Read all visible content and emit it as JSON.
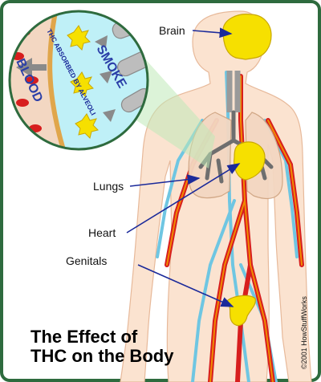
{
  "labels": {
    "brain": "Brain",
    "lungs": "Lungs",
    "heart": "Heart",
    "genitals": "Genitals"
  },
  "inset": {
    "smoke": "SMOKE",
    "blood": "BLOOD",
    "absorbed": "THC ABSORBED BY ALVEOLI"
  },
  "title": {
    "line1": "The Effect of",
    "line2": "THC on the Body"
  },
  "copyright": "©2001 HowStuffWorks",
  "colors": {
    "frame": "#2e6b3e",
    "organ": "#f6e000",
    "artery": "#d71e1e",
    "artery_core": "#f08a00",
    "vein": "#6fc6e2",
    "skin": "#fbe3d0",
    "inset_bg": "#bff0f7",
    "smoke_text": "#2b3fa8",
    "blood_text": "#2b3fa8",
    "label_arrow": "#1b2a9a"
  }
}
